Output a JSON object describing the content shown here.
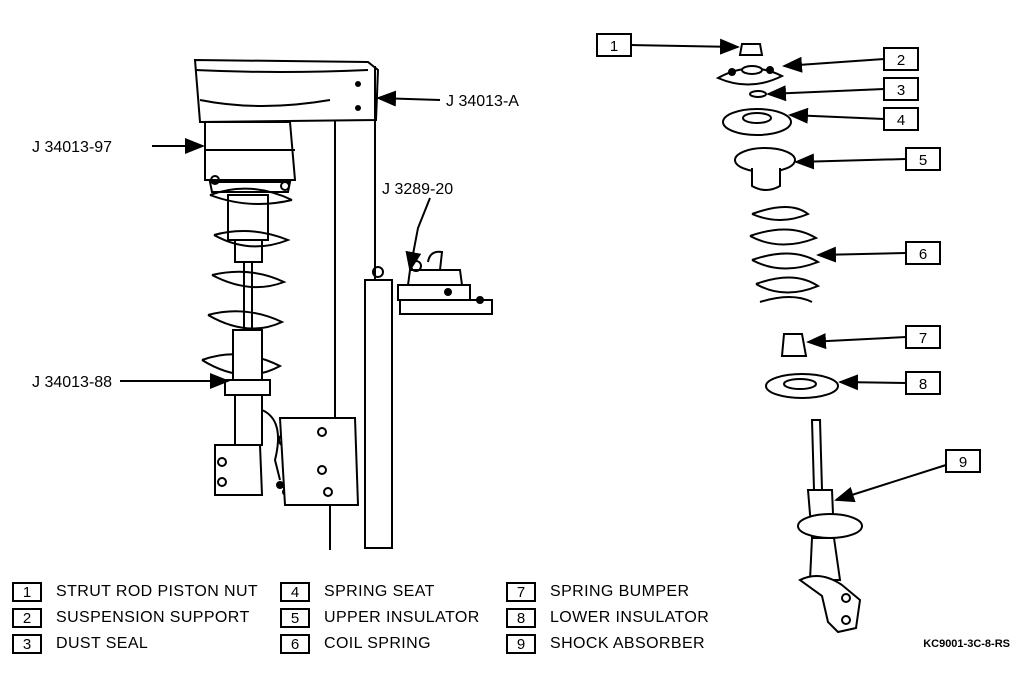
{
  "tool_labels": {
    "j34013a": "J 34013-A",
    "j34013_97": "J 34013-97",
    "j3289_20": "J 3289-20",
    "j34013_88": "J 34013-88"
  },
  "callout_numbers": [
    "1",
    "2",
    "3",
    "4",
    "5",
    "6",
    "7",
    "8",
    "9"
  ],
  "legend": [
    {
      "num": "1",
      "label": "STRUT ROD PISTON NUT"
    },
    {
      "num": "2",
      "label": "SUSPENSION SUPPORT"
    },
    {
      "num": "3",
      "label": "DUST SEAL"
    },
    {
      "num": "4",
      "label": "SPRING SEAT"
    },
    {
      "num": "5",
      "label": "UPPER INSULATOR"
    },
    {
      "num": "6",
      "label": "COIL SPRING"
    },
    {
      "num": "7",
      "label": "SPRING BUMPER"
    },
    {
      "num": "8",
      "label": "LOWER INSULATOR"
    },
    {
      "num": "9",
      "label": "SHOCK ABSORBER"
    }
  ],
  "figure_code": "KC9001-3C-8-RS"
}
